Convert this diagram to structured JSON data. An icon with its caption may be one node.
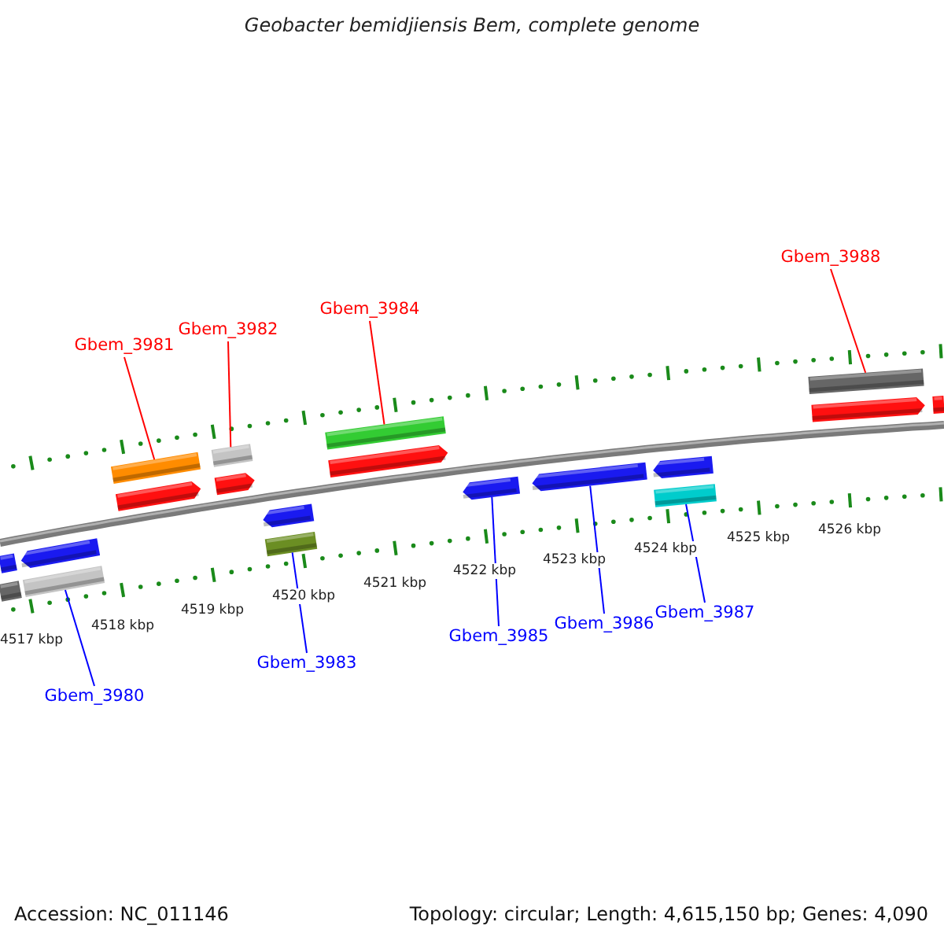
{
  "diagram": {
    "title": "Geobacter bemidjiensis Bem, complete genome",
    "nodes": [
      {
        "text": [
          "Gbem_3981"
        ]
      },
      {
        "text": [
          "Gbem_3982"
        ]
      },
      {
        "text": [
          "Gbem_3984"
        ]
      },
      {
        "text": [
          "Gbem_3988"
        ]
      },
      {
        "text": [
          "Gbem_3980"
        ]
      },
      {
        "text": [
          "Gbem_3983"
        ]
      },
      {
        "text": [
          "Gbem_3985"
        ]
      },
      {
        "text": [
          "Gbem_3986"
        ]
      },
      {
        "text": [
          "Gbem_3987"
        ]
      },
      {
        "text": [],
        "shape": "bar"
      },
      {
        "text": [],
        "shape": "bar"
      },
      {
        "text": [],
        "shape": "pentagon"
      },
      {
        "text": [],
        "shape": "bar"
      },
      {
        "text": [],
        "shape": "bar"
      },
      {
        "text": [],
        "shape": "pentagon"
      },
      {
        "text": [],
        "shape": "bar"
      },
      {
        "text": [],
        "shape": "pentagon"
      },
      {
        "text": [],
        "shape": "pentagon"
      },
      {
        "text": [],
        "shape": "bar"
      },
      {
        "text": [],
        "shape": "bar"
      },
      {
        "text": [],
        "shape": "pentagon"
      },
      {
        "text": [],
        "shape": "pentagon"
      },
      {
        "text": [],
        "shape": "pentagon"
      },
      {
        "text": [],
        "shape": "pentagon"
      },
      {
        "text": [],
        "shape": "bar"
      },
      {
        "text": [],
        "shape": "bar"
      },
      {
        "text": [],
        "shape": "pentagon"
      },
      {
        "text": [],
        "shape": "bar"
      }
    ],
    "edges": [
      {
        "from": 0,
        "to": 13,
        "arrow": "none",
        "color": "#ff0000"
      },
      {
        "from": 1,
        "to": 15,
        "arrow": "none",
        "color": "#ff0000"
      },
      {
        "from": 2,
        "to": 19,
        "arrow": "none",
        "color": "#ff0000"
      },
      {
        "from": 3,
        "to": 25,
        "arrow": "none",
        "color": "#ff0000"
      },
      {
        "from": 4,
        "to": 12,
        "arrow": "none"
      },
      {
        "from": 5,
        "to": 18,
        "arrow": "none"
      },
      {
        "from": 6,
        "to": 21,
        "arrow": "none"
      },
      {
        "from": 7,
        "to": 22,
        "arrow": "none"
      },
      {
        "from": 8,
        "to": 24,
        "arrow": "none"
      }
    ],
    "labels": [
      "4517 kbp",
      "4518 kbp",
      "4519 kbp",
      "4520 kbp",
      "4521 kbp",
      "4522 kbp",
      "4523 kbp",
      "4524 kbp",
      "4525 kbp",
      "4526 kbp",
      "Accession: NC_011146",
      "Topology: circular; Length: 4,615,150 bp; Genes: 4,090"
    ]
  }
}
